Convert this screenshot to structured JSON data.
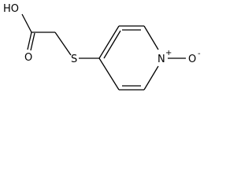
{
  "molecule": {
    "atoms": {
      "hydroxyl": "HO",
      "carbonyl_oxygen": "O",
      "sulfur": "S",
      "ring_nitrogen": "N",
      "ring_nitrogen_charge": "+",
      "n_oxide_oxygen": "O",
      "n_oxide_charge": "-"
    }
  }
}
